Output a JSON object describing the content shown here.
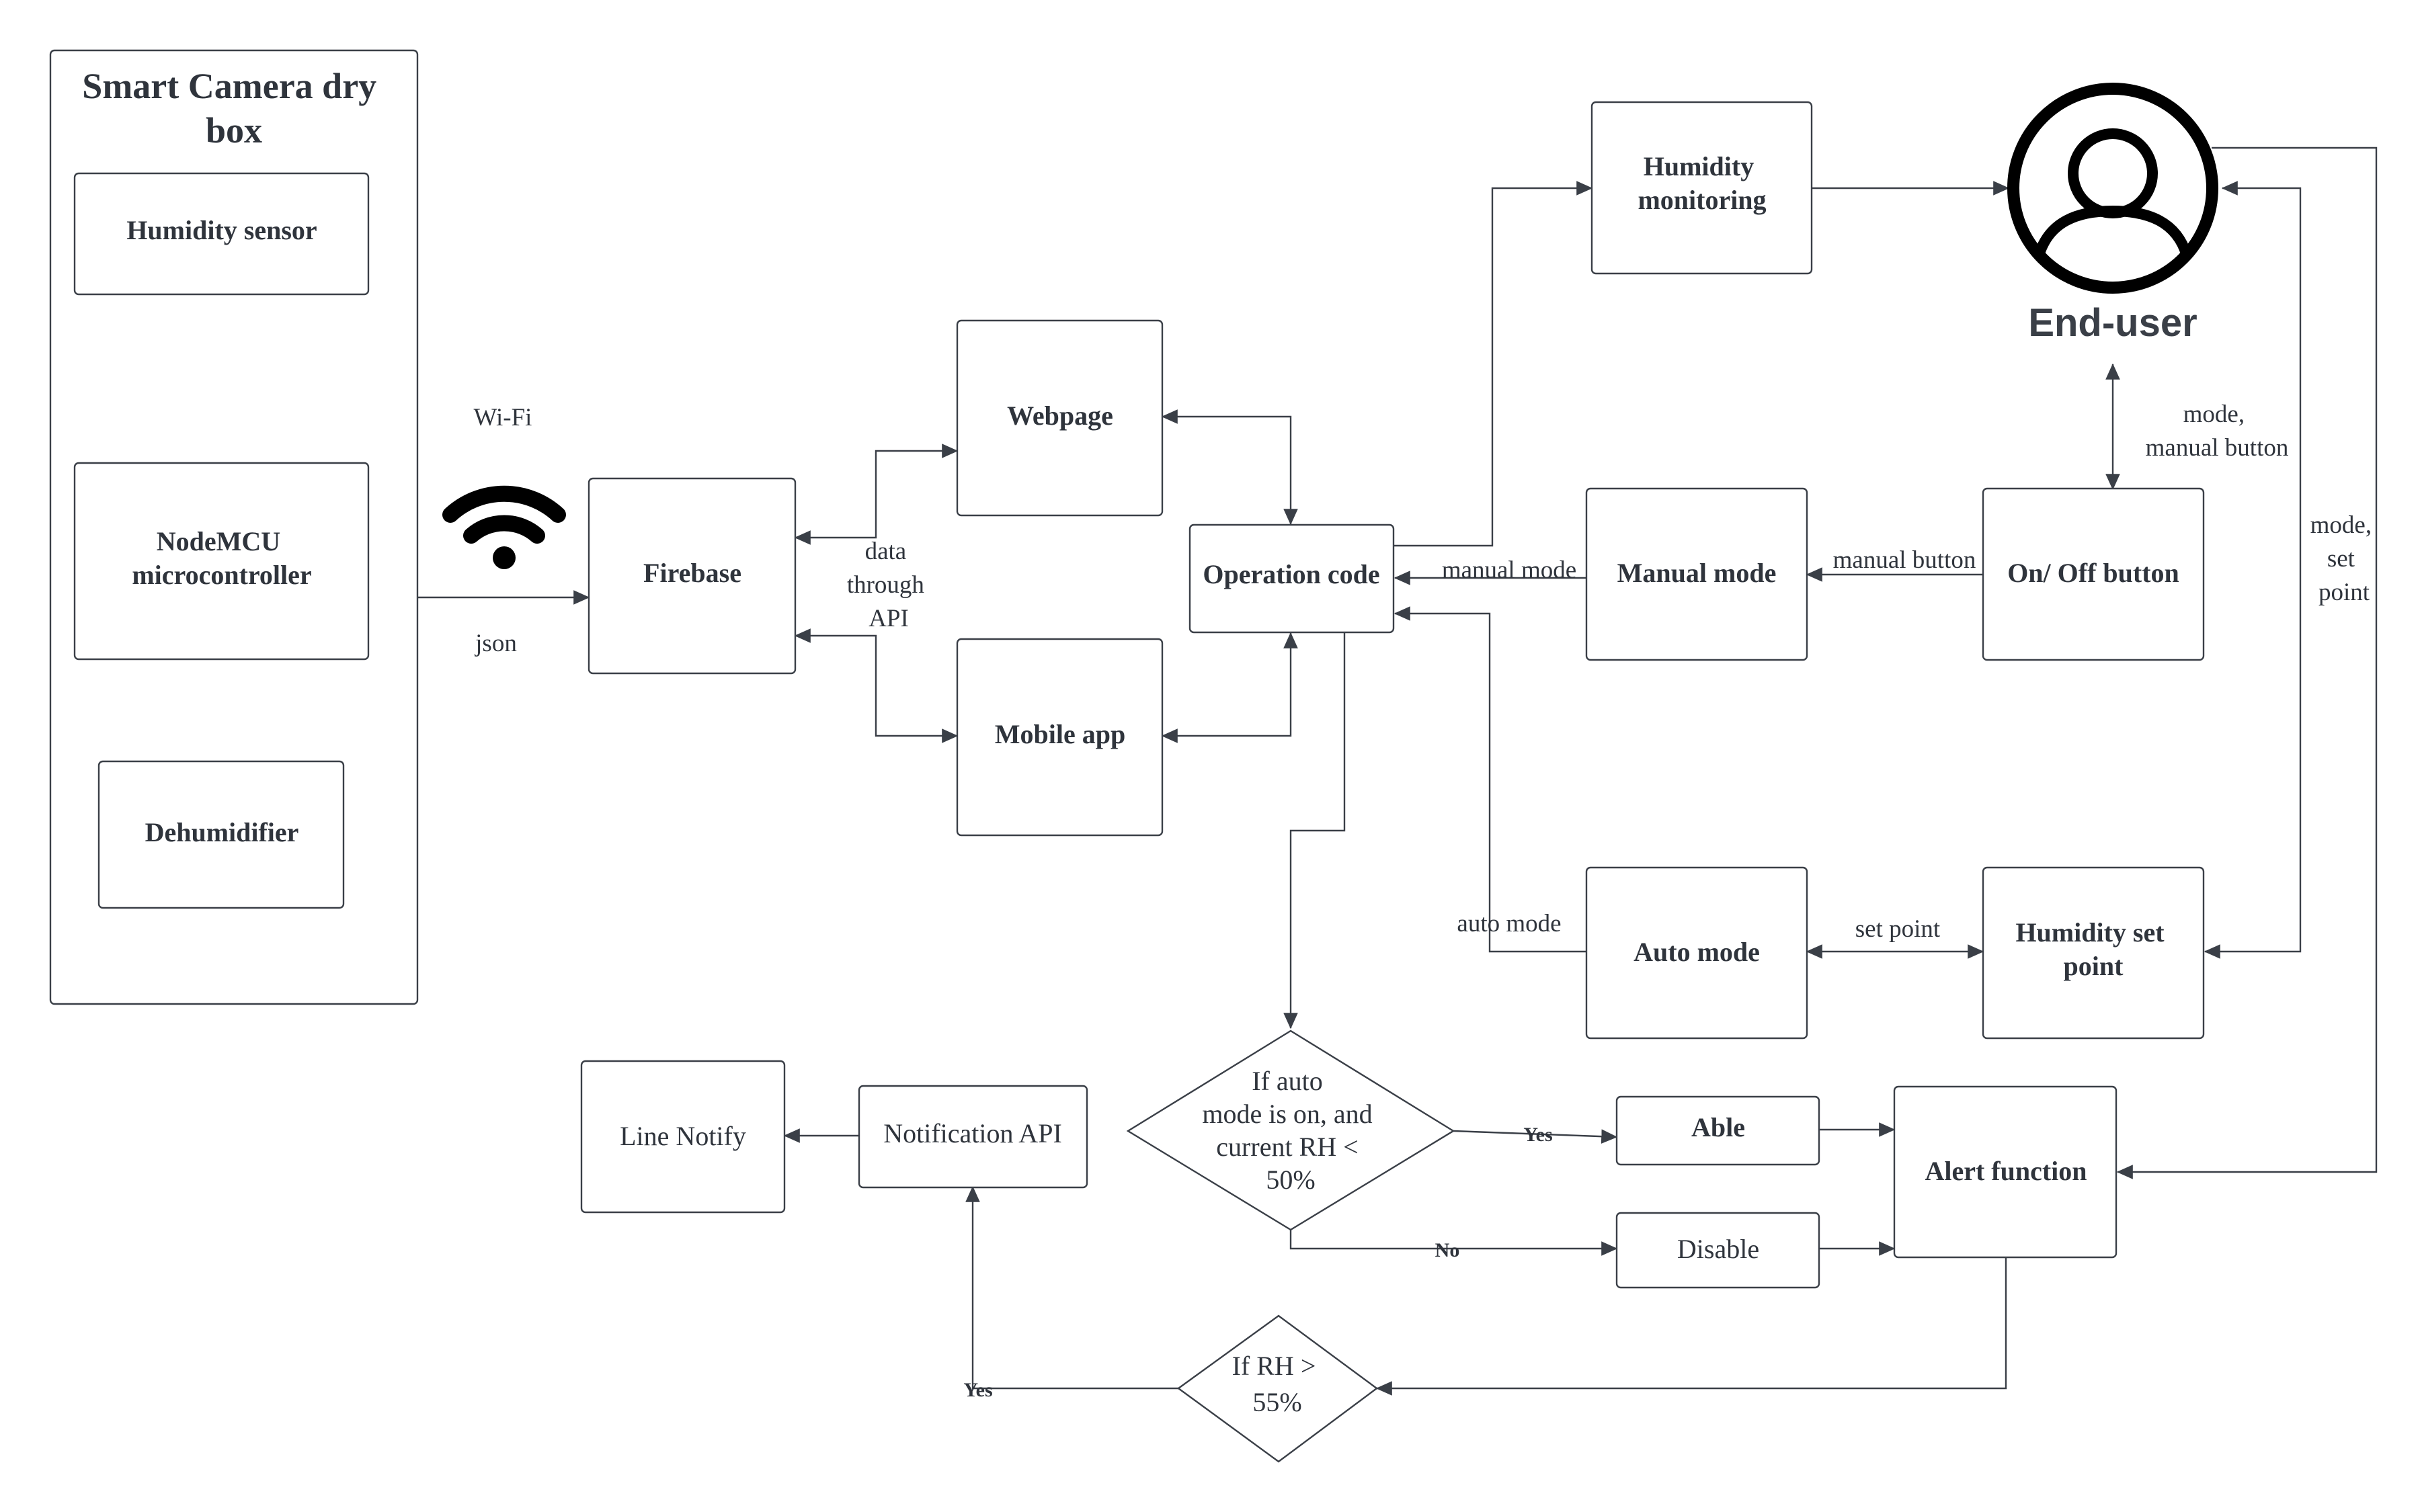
{
  "container": {
    "title_lines": [
      "Smart Camera dry",
      "box"
    ]
  },
  "nodes": {
    "humidity_sensor": [
      "Humidity sensor"
    ],
    "nodemcu": [
      "NodeMCU",
      "microcontroller"
    ],
    "dehumidifier": [
      "Dehumidifier"
    ],
    "firebase": [
      "Firebase"
    ],
    "webpage": [
      "Webpage"
    ],
    "mobile_app": [
      "Mobile app"
    ],
    "operation_code": [
      "Operation code"
    ],
    "humidity_monitoring": [
      "Humidity",
      "monitoring"
    ],
    "manual_mode": [
      "Manual mode"
    ],
    "on_off_button": [
      "On/ Off button"
    ],
    "auto_mode": [
      "Auto mode"
    ],
    "humidity_set_point": [
      "Humidity set",
      "point"
    ],
    "able": [
      "Able"
    ],
    "disable": [
      "Disable"
    ],
    "alert_function": [
      "Alert function"
    ],
    "notification_api": [
      "Notification API"
    ],
    "line_notify": [
      "Line Notify"
    ],
    "decision_auto": [
      "If auto",
      "mode is on, and",
      "current RH <",
      "50%"
    ],
    "decision_rh": [
      "If RH >",
      "55%"
    ]
  },
  "end_user": {
    "label": "End-user",
    "icon": "user-circle-icon"
  },
  "wifi": {
    "label": "Wi-Fi",
    "icon": "wifi-icon"
  },
  "edge_labels": {
    "json": [
      "json"
    ],
    "data_api": [
      "data",
      "through",
      "API"
    ],
    "manual_mode": [
      "manual mode"
    ],
    "manual_button": [
      "manual button"
    ],
    "mode_manual_button": [
      "mode,",
      "manual button"
    ],
    "mode_set_point": [
      "mode,",
      "set",
      "point"
    ],
    "auto_mode": [
      "auto mode"
    ],
    "set_point": [
      "set point"
    ],
    "yes_able": [
      "Yes"
    ],
    "no_disable": [
      "No"
    ],
    "yes_notify": [
      "Yes"
    ]
  },
  "colors": {
    "stroke": "#3a3f47",
    "text": "#2f343c",
    "icon": "#000000"
  }
}
